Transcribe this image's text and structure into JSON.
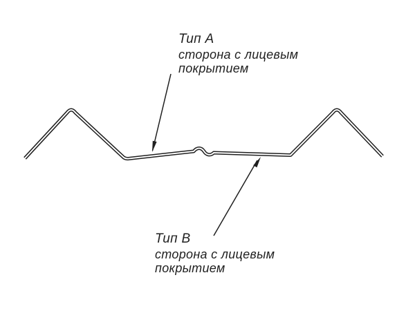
{
  "diagram": {
    "background": "#ffffff",
    "line_color": "#1f1f1f",
    "labels": {
      "type_a": {
        "title": "Тип А",
        "line1": "сторона с лицевым",
        "line2": "покрытием"
      },
      "type_b": {
        "title": "Тип В",
        "line1": "сторона с лицевым",
        "line2": "покрытием"
      }
    }
  }
}
